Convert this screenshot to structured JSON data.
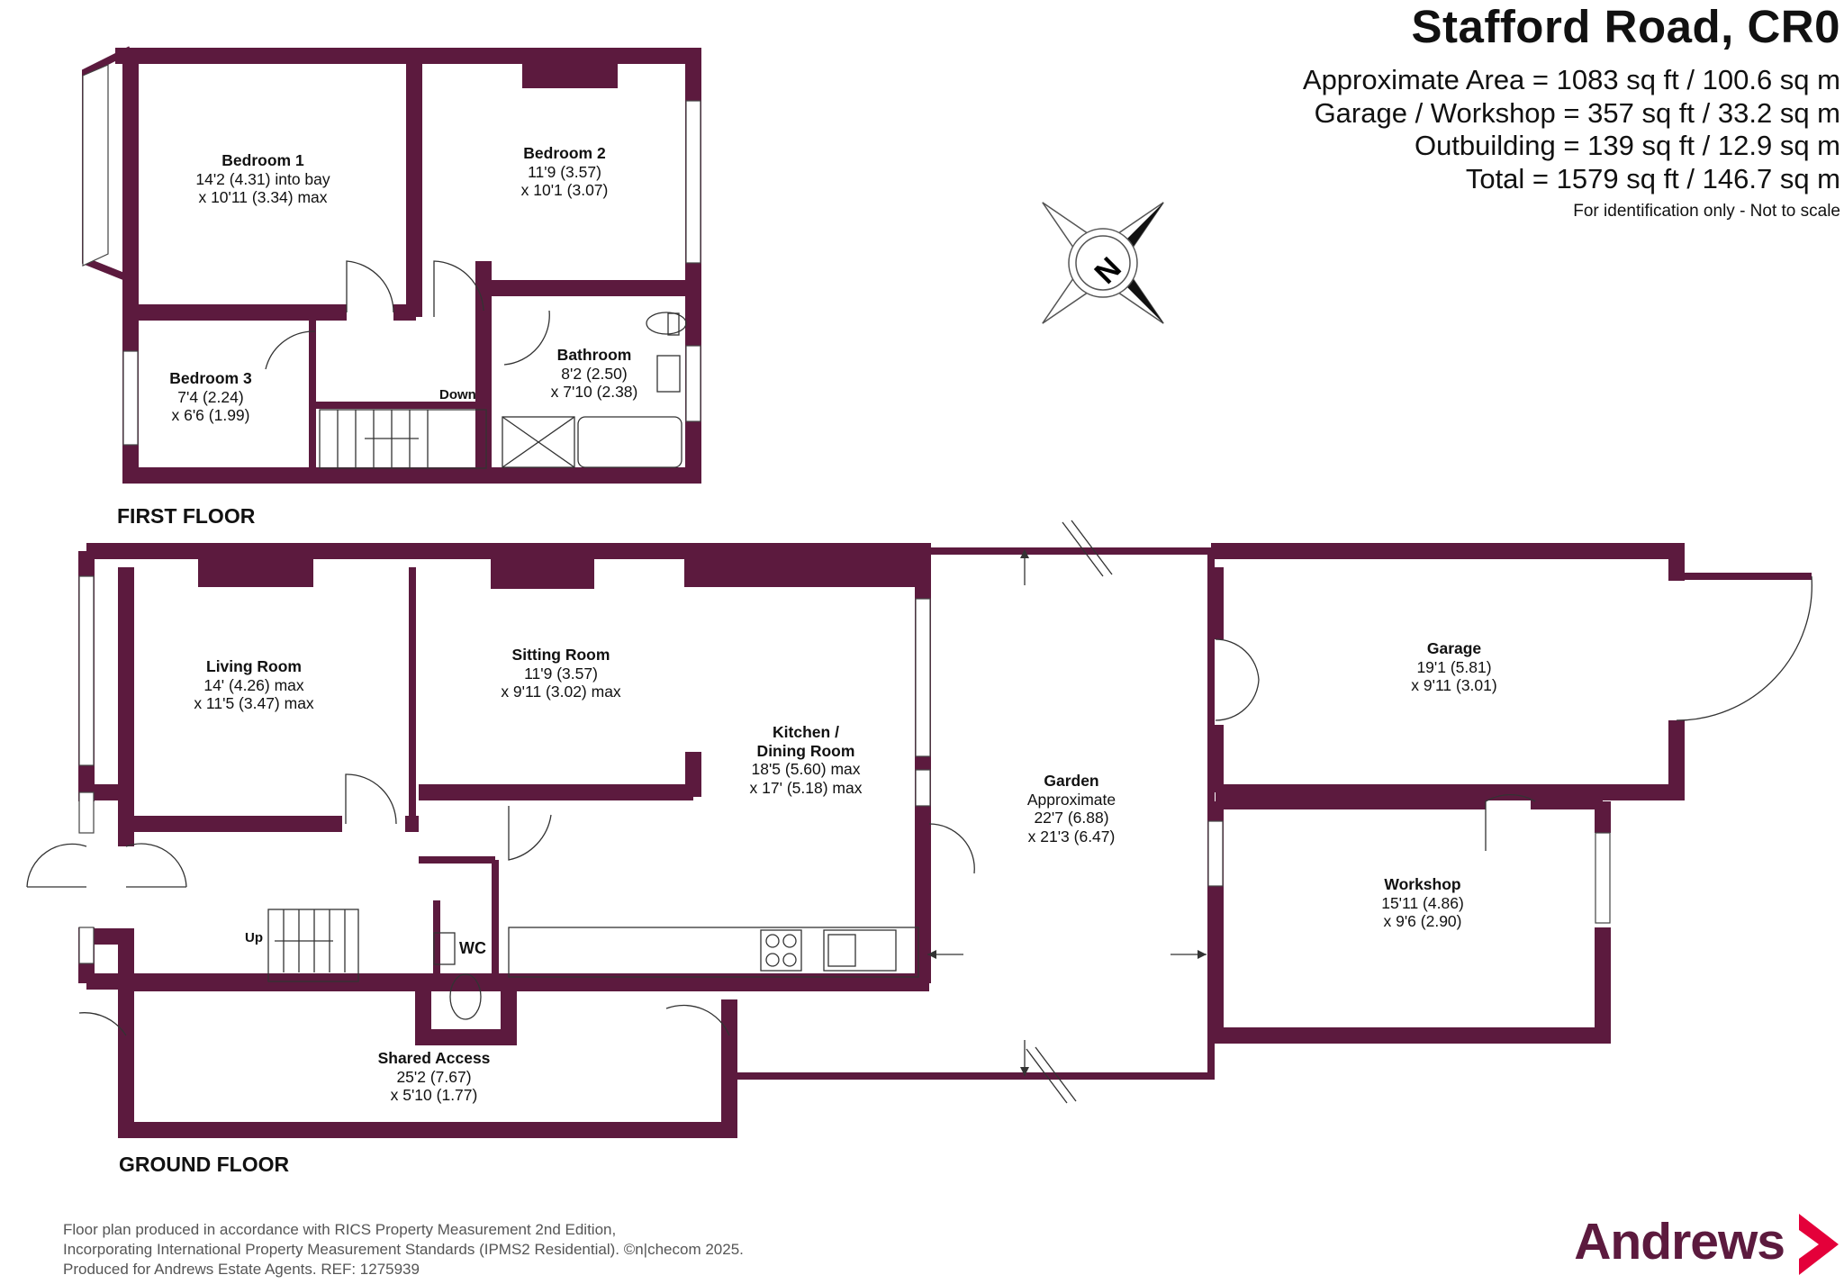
{
  "header": {
    "title": "Stafford Road, CR0",
    "areas": [
      "Approximate Area = 1083 sq ft / 100.6 sq m",
      "Garage / Workshop = 357 sq ft / 33.2 sq m",
      "Outbuilding = 139 sq ft / 12.9 sq m",
      "Total = 1579 sq ft / 146.7 sq m"
    ],
    "note": "For identification only - Not to scale"
  },
  "compass": {
    "label": "N"
  },
  "floors": {
    "first": "FIRST FLOOR",
    "ground": "GROUND FLOOR"
  },
  "rooms": {
    "bedroom1": {
      "name": "Bedroom 1",
      "dims": [
        "14'2 (4.31) into bay",
        "x 10'11 (3.34) max"
      ]
    },
    "bedroom2": {
      "name": "Bedroom 2",
      "dims": [
        "11'9 (3.57)",
        "x 10'1 (3.07)"
      ]
    },
    "bedroom3": {
      "name": "Bedroom 3",
      "dims": [
        "7'4 (2.24)",
        "x 6'6 (1.99)"
      ]
    },
    "bathroom": {
      "name": "Bathroom",
      "dims": [
        "8'2 (2.50)",
        "x 7'10 (2.38)"
      ]
    },
    "living": {
      "name": "Living Room",
      "dims": [
        "14' (4.26) max",
        "x 11'5 (3.47) max"
      ]
    },
    "sitting": {
      "name": "Sitting Room",
      "dims": [
        "11'9 (3.57)",
        "x 9'11 (3.02) max"
      ]
    },
    "kitchen": {
      "name": "Kitchen /",
      "name2": "Dining Room",
      "dims": [
        "18'5 (5.60) max",
        "x 17' (5.18) max"
      ]
    },
    "garden": {
      "name": "Garden",
      "dims": [
        "Approximate",
        "22'7 (6.88)",
        "x 21'3 (6.47)"
      ]
    },
    "garage": {
      "name": "Garage",
      "dims": [
        "19'1 (5.81)",
        "x 9'11 (3.01)"
      ]
    },
    "workshop": {
      "name": "Workshop",
      "dims": [
        "15'11 (4.86)",
        "x 9'6 (2.90)"
      ]
    },
    "shared": {
      "name": "Shared Access",
      "dims": [
        "25'2 (7.67)",
        "x 5'10 (1.77)"
      ]
    },
    "wc": {
      "name": "WC"
    }
  },
  "stairs": {
    "down": "Down",
    "up": "Up"
  },
  "footer": {
    "lines": [
      "Floor plan produced in accordance with RICS Property Measurement 2nd Edition,",
      "Incorporating International Property Measurement Standards (IPMS2 Residential).  ©n|checom 2025.",
      "Produced for Andrews Estate Agents.   REF: 1275939"
    ]
  },
  "brand": {
    "name": "Andrews"
  },
  "colors": {
    "wall": "#5c1a3e",
    "brand": "#5c1a3e",
    "accent": "#e4003a"
  }
}
